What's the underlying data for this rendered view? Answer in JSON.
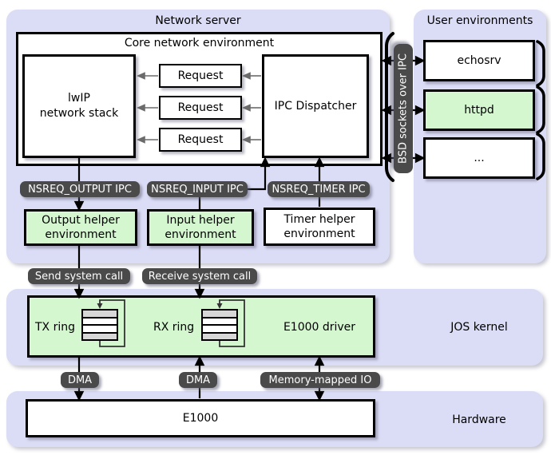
{
  "network_server": {
    "title": "Network server",
    "core_title": "Core network environment",
    "lwip": {
      "line1": "lwIP",
      "line2": "network stack"
    },
    "requests": [
      {
        "label": "Request"
      },
      {
        "label": "Request"
      },
      {
        "label": "Request"
      }
    ],
    "dispatcher": {
      "label": "IPC Dispatcher"
    }
  },
  "user_envs": {
    "title": "User environments",
    "items": [
      {
        "label": "echosrv"
      },
      {
        "label": "httpd"
      },
      {
        "label": "..."
      }
    ]
  },
  "ipc": {
    "bsd": "BSD sockets over IPC",
    "output": "NSREQ_OUTPUT IPC",
    "input": "NSREQ_INPUT IPC",
    "timer": "NSREQ_TIMER IPC"
  },
  "helpers": {
    "output": {
      "line1": "Output helper",
      "line2": "environment"
    },
    "input": {
      "line1": "Input helper",
      "line2": "environment"
    },
    "timer": {
      "line1": "Timer helper",
      "line2": "environment"
    }
  },
  "syscalls": {
    "send": "Send system call",
    "receive": "Receive system call"
  },
  "kernel": {
    "label": "JOS kernel",
    "tx": "TX ring",
    "rx": "RX ring",
    "driver": "E1000 driver"
  },
  "io": {
    "dma_tx": "DMA",
    "dma_rx": "DMA",
    "mmio": "Memory-mapped IO"
  },
  "hardware": {
    "label": "Hardware",
    "e1000": "E1000"
  },
  "colors": {
    "panel_lavender": "#dbdcf5",
    "box_green": "#d4f7d0",
    "pill_gray": "#4a4a4a",
    "arrow_gray": "#6b6b6b",
    "line_black": "#000000"
  }
}
